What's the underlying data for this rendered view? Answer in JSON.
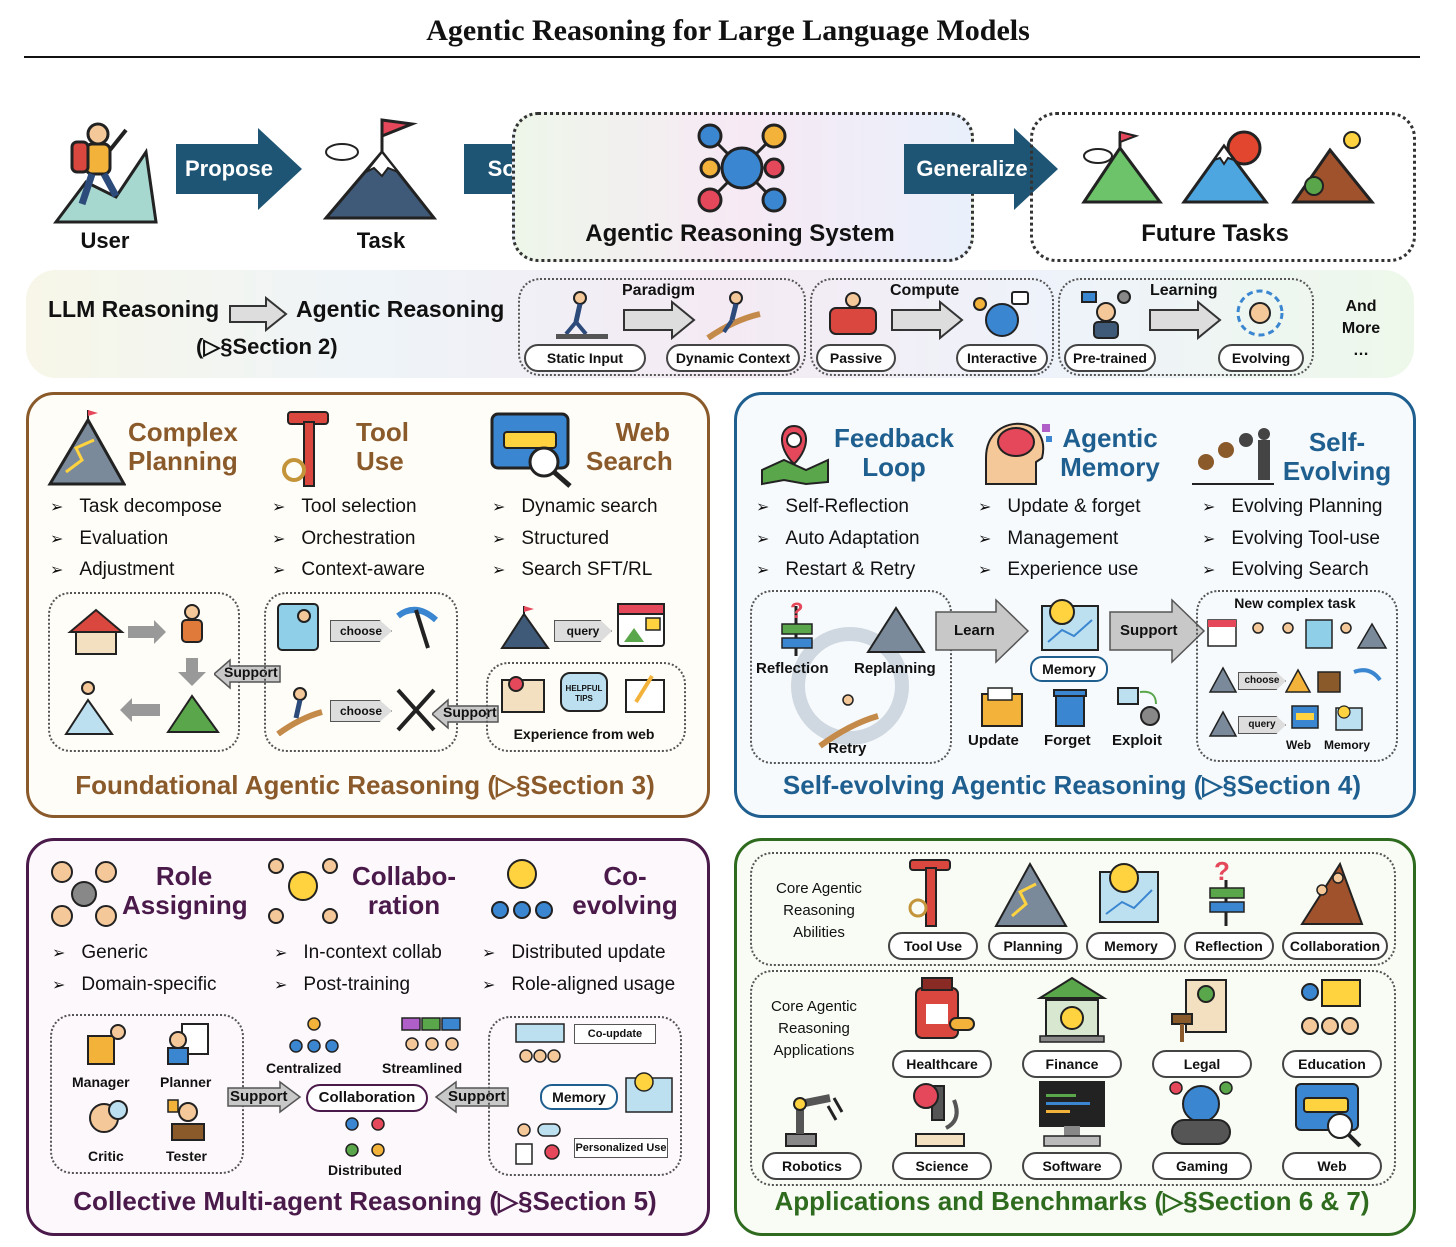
{
  "title": "Agentic Reasoning for Large Language Models",
  "flow": {
    "user": "User",
    "propose": "Propose",
    "task": "Task",
    "solve": "Solve",
    "system": "Agentic Reasoning System",
    "generalize": "Generalize",
    "future": "Future Tasks"
  },
  "band": {
    "llm": "LLM Reasoning",
    "agentic": "Agentic Reasoning",
    "section": "(▷§Section 2)",
    "paradigm": {
      "label": "Paradigm",
      "from": "Static Input",
      "to": "Dynamic Context"
    },
    "compute": {
      "label": "Compute",
      "from": "Passive",
      "to": "Interactive"
    },
    "learning": {
      "label": "Learning",
      "from": "Pre-trained",
      "to": "Evolving"
    },
    "more": "And More …"
  },
  "foundational": {
    "col1": {
      "title1": "Complex",
      "title2": "Planning",
      "items": [
        "Task decompose",
        "Evaluation",
        "Adjustment"
      ]
    },
    "col2": {
      "title1": "Tool",
      "title2": "Use",
      "items": [
        "Tool selection",
        "Orchestration",
        "Context-aware"
      ]
    },
    "col3": {
      "title1": "Web",
      "title2": "Search",
      "items": [
        "Dynamic search",
        "Structured",
        "Search SFT/RL"
      ]
    },
    "support1": "Support",
    "support2": "Support",
    "choose1": "choose",
    "choose2": "choose",
    "query": "query",
    "tips": "HELPFUL TIPS",
    "experience": "Experience from web",
    "footer": "Foundational Agentic Reasoning (▷§Section 3)"
  },
  "selfevolving": {
    "col1": {
      "title1": "Feedback",
      "title2": "Loop",
      "items": [
        "Self-Reflection",
        "Auto Adaptation",
        "Restart & Retry"
      ]
    },
    "col2": {
      "title1": "Agentic",
      "title2": "Memory",
      "items": [
        "Update & forget",
        "Management",
        "Experience use"
      ]
    },
    "col3": {
      "title1": "Self-",
      "title2": "Evolving",
      "items": [
        "Evolving Planning",
        "Evolving Tool-use",
        "Evolving Search"
      ]
    },
    "reflection": "Reflection",
    "replanning": "Replanning",
    "retry": "Retry",
    "learn": "Learn",
    "memory": "Memory",
    "support": "Support",
    "update": "Update",
    "forget": "Forget",
    "exploit": "Exploit",
    "newtask": "New complex task",
    "choose": "choose",
    "query": "query",
    "web": "Web",
    "memory2": "Memory",
    "footer": "Self-evolving Agentic Reasoning (▷§Section 4)"
  },
  "multiagent": {
    "col1": {
      "title1": "Role",
      "title2": "Assigning",
      "items": [
        "Generic",
        "Domain-specific"
      ]
    },
    "col2": {
      "title1": "Collabo-",
      "title2": "ration",
      "items": [
        "In-context collab",
        "Post-training"
      ]
    },
    "col3": {
      "title1": "Co-",
      "title2": "evolving",
      "items": [
        "Distributed update",
        "Role-aligned usage"
      ]
    },
    "manager": "Manager",
    "planner": "Planner",
    "critic": "Critic",
    "tester": "Tester",
    "support1": "Support",
    "support2": "Support",
    "centralized": "Centralized",
    "streamlined": "Streamlined",
    "collaboration": "Collaboration",
    "distributed": "Distributed",
    "coupdate": "Co-update",
    "memory": "Memory",
    "personalized": "Personalized Use",
    "footer": "Collective Multi-agent Reasoning (▷§Section 5)"
  },
  "applications": {
    "abilities_label": "Core Agentic Reasoning Abilities",
    "abilities": [
      "Tool Use",
      "Planning",
      "Memory",
      "Reflection",
      "Collaboration"
    ],
    "apps_label": "Core Agentic Reasoning Applications",
    "apps_row1": [
      "Healthcare",
      "Finance",
      "Legal",
      "Education"
    ],
    "apps_row2": [
      "Robotics",
      "Science",
      "Software",
      "Gaming",
      "Web"
    ],
    "footer": "Applications and Benchmarks (▷§Section 6 & 7)"
  },
  "colors": {
    "navy": "#1e5574",
    "brown": "#8a5a2b",
    "blue": "#1f5f8f",
    "purple": "#4a1a4a",
    "green": "#2f6b1f"
  }
}
